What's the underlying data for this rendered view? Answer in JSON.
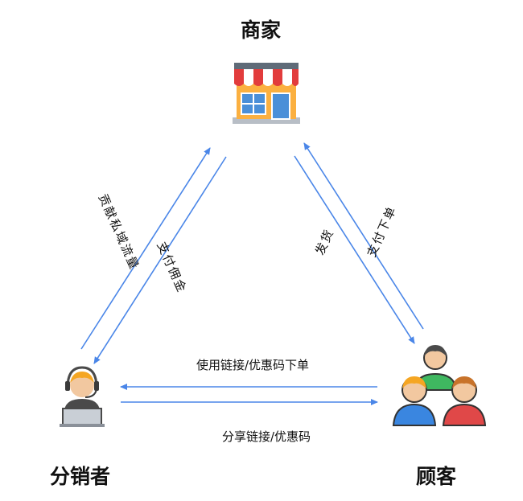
{
  "nodes": {
    "merchant": {
      "label": "商家",
      "icon": "storefront-icon"
    },
    "distributor": {
      "label": "分销者",
      "icon": "operator-headset-icon"
    },
    "customer": {
      "label": "顾客",
      "icon": "customer-group-icon"
    }
  },
  "edges": {
    "traffic": "贡献私域流量",
    "commission": "支付佣金",
    "shipping": "发货",
    "order": "支付下单",
    "use_link": "使用链接/优惠码下单",
    "share_link": "分享链接/优惠码"
  },
  "colors": {
    "arrow": "#4a86e8"
  }
}
